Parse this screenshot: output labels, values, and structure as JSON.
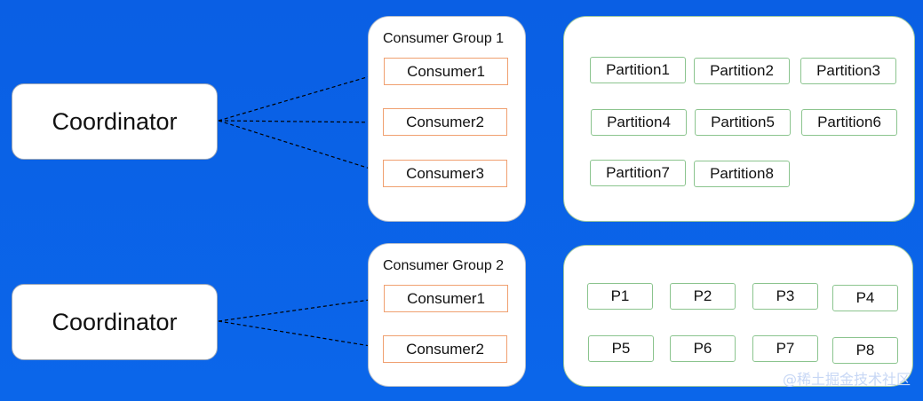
{
  "coordinators": [
    {
      "label": "Coordinator"
    },
    {
      "label": "Coordinator"
    }
  ],
  "groups": [
    {
      "title": "Consumer Group 1",
      "consumers": [
        "Consumer1",
        "Consumer2",
        "Consumer3"
      ]
    },
    {
      "title": "Consumer Group 2",
      "consumers": [
        "Consumer1",
        "Consumer2"
      ]
    }
  ],
  "partitions_top": [
    "Partition1",
    "Partition2",
    "Partition3",
    "Partition4",
    "Partition5",
    "Partition6",
    "Partition7",
    "Partition8"
  ],
  "partitions_bottom": [
    "P1",
    "P2",
    "P3",
    "P4",
    "P5",
    "P6",
    "P7",
    "P8"
  ],
  "watermark": "@稀土掘金技术社区",
  "colors": {
    "background": "#0b63e6",
    "consumer_border": "#f0a070",
    "partition_border": "#8bc48e"
  }
}
